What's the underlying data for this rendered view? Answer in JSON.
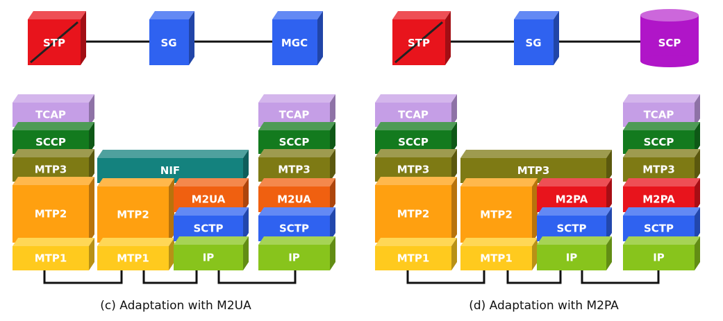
{
  "colors": {
    "stp": "#e8141c",
    "sg": "#2f62f0",
    "mgc": "#2f62f0",
    "scp": "#b015c8",
    "tcap": "#c59ee6",
    "sccp": "#137a1e",
    "mtp3": "#7e7a14",
    "mtp2": "#ffa010",
    "mtp1": "#ffca1e",
    "ip": "#88c41c",
    "sctp": "#2f62f0",
    "m2ua": "#f06010",
    "m2pa": "#e8141c",
    "nif": "#14827e",
    "link": "#111111"
  },
  "panel_c": {
    "nodes": {
      "stp": "STP",
      "sg": "SG",
      "mgc": "MGC"
    },
    "left_stack": {
      "tcap": "TCAP",
      "sccp": "SCCP",
      "mtp3": "MTP3",
      "mtp2": "MTP2",
      "mtp1": "MTP1"
    },
    "middle_stack": {
      "nif": "NIF",
      "mtp2": "MTP2",
      "mtp1": "MTP1",
      "m2ua": "M2UA",
      "sctp": "SCTP",
      "ip": "IP"
    },
    "right_stack": {
      "tcap": "TCAP",
      "sccp": "SCCP",
      "mtp3": "MTP3",
      "m2ua": "M2UA",
      "sctp": "SCTP",
      "ip": "IP"
    },
    "caption": "(c) Adaptation with M2UA"
  },
  "panel_d": {
    "nodes": {
      "stp": "STP",
      "sg": "SG",
      "scp": "SCP"
    },
    "left_stack": {
      "tcap": "TCAP",
      "sccp": "SCCP",
      "mtp3": "MTP3",
      "mtp2": "MTP2",
      "mtp1": "MTP1"
    },
    "middle_stack": {
      "mtp3": "MTP3",
      "mtp2": "MTP2",
      "mtp1": "MTP1",
      "m2pa": "M2PA",
      "sctp": "SCTP",
      "ip": "IP"
    },
    "right_stack": {
      "tcap": "TCAP",
      "sccp": "SCCP",
      "mtp3": "MTP3",
      "m2pa": "M2PA",
      "sctp": "SCTP",
      "ip": "IP"
    },
    "caption": "(d) Adaptation with M2PA"
  }
}
